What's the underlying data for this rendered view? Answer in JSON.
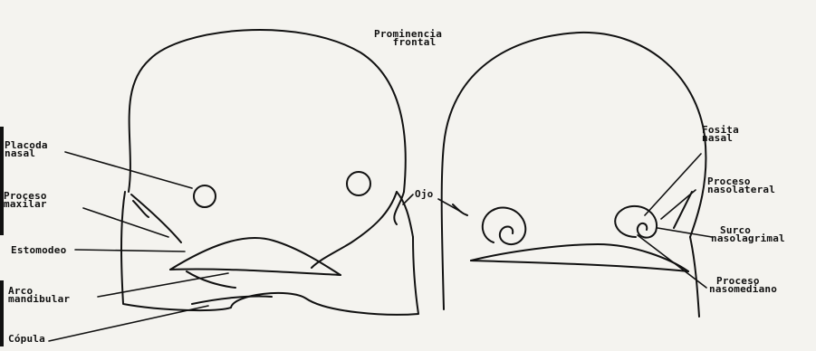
{
  "labels": {
    "prominencia_frontal": [
      "Prominencia",
      "frontal"
    ],
    "placoda_nasal": [
      "Placoda",
      "nasal"
    ],
    "proceso_maxilar": [
      "Proceso",
      "maxilar"
    ],
    "estomodeo": [
      "Estomodeo"
    ],
    "arco_mandibular": [
      "Arco",
      "mandibular"
    ],
    "copula": [
      "Cópula"
    ],
    "ojo": [
      "Ojo"
    ],
    "fosita_nasal": [
      "Fosita",
      "nasal"
    ],
    "proceso_nasolateral": [
      "Proceso",
      "nasolateral"
    ],
    "surco_nasolagrimal": [
      "Surco",
      "nasolagrimal"
    ],
    "proceso_nasomediano": [
      "Proceso",
      "nasomediano"
    ]
  },
  "colors": {
    "ink": "#111111",
    "paper": "#f4f3ef"
  }
}
